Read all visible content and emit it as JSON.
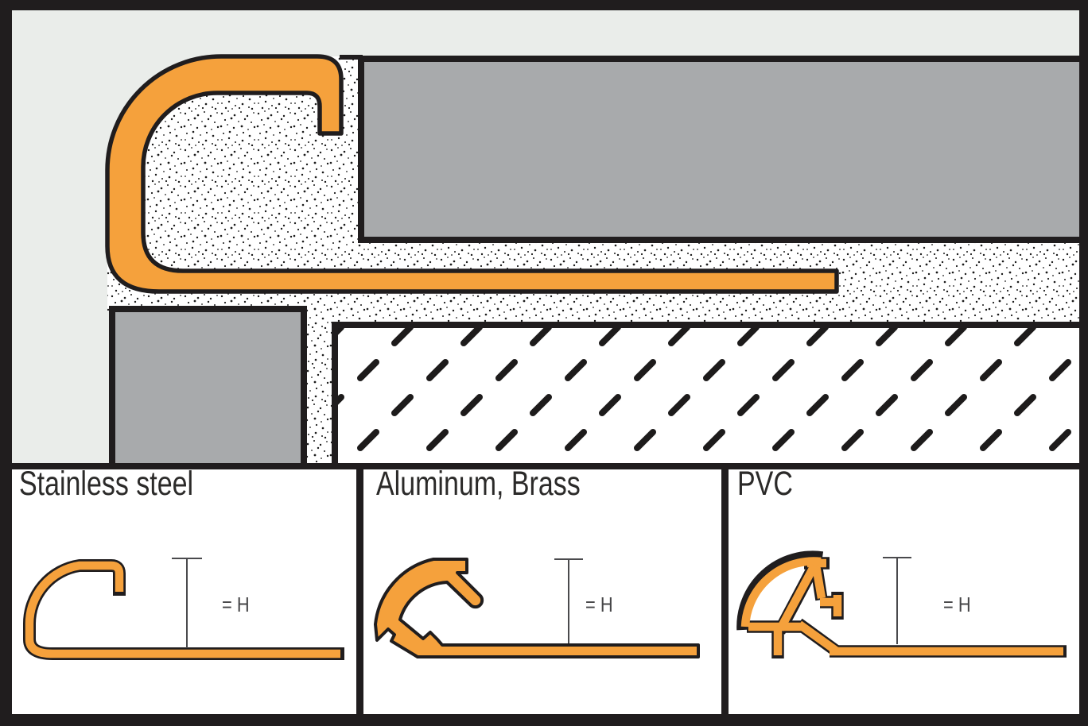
{
  "panels": [
    {
      "id": "stainless-steel",
      "label": "Stainless steel",
      "dimension_label": "= H"
    },
    {
      "id": "aluminum-brass",
      "label": "Aluminum, Brass",
      "dimension_label": "= H"
    },
    {
      "id": "pvc",
      "label": "PVC",
      "dimension_label": "= H"
    }
  ],
  "colors": {
    "profile_orange": "#F5A13C",
    "outline_black": "#201D1E",
    "tile_gray": "#A8AAAC",
    "wall_background_gray": "#EAEDEA",
    "panel_background": "#FFFFFF",
    "dimension_line_gray": "#4A4A4D"
  }
}
